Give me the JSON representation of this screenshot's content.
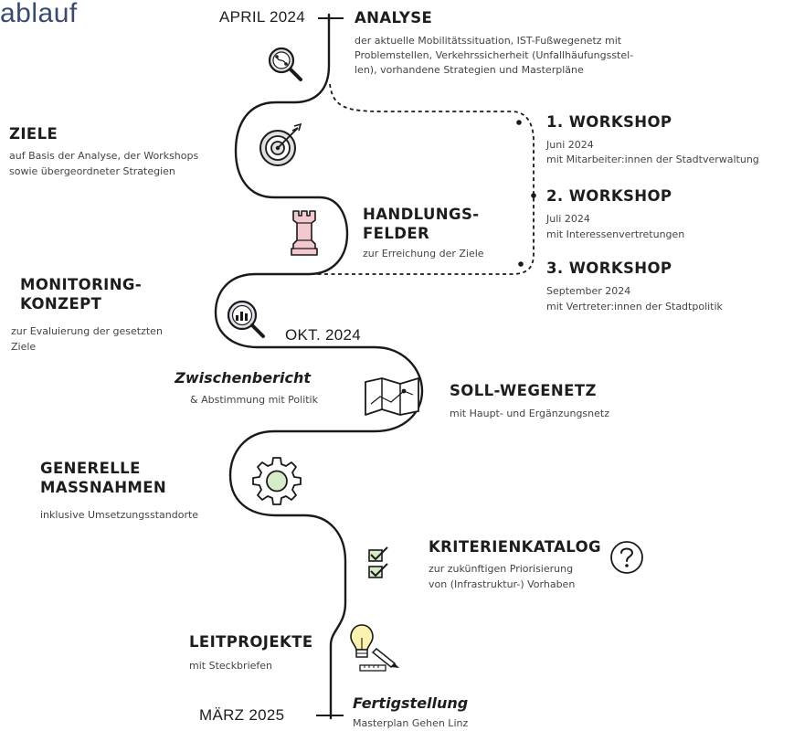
{
  "title_fragment": "ablauf",
  "dates": {
    "start": "APRIL 2024",
    "mid": "OKT. 2024",
    "end": "MÄRZ 2025"
  },
  "steps": {
    "analyse": {
      "title": "ANALYSE",
      "lines": [
        "der aktuelle Mobilitätssituation, IST-Fußwegenetz mit",
        "Problemstellen, Verkehrssicherheit (Unfallhäufungsstel-",
        "len), vorhandene Strategien und Masterpläne"
      ],
      "icon": "magnifier-route-icon"
    },
    "ziele": {
      "title": "ZIELE",
      "lines": [
        "auf Basis der Analyse, der Workshops",
        "sowie übergeordneter Strategien"
      ],
      "icon": "target-arrow-icon"
    },
    "handlungsfelder": {
      "title_lines": [
        "HANDLUNGS-",
        "FELDER"
      ],
      "lines": [
        "zur Erreichung der Ziele"
      ],
      "icon": "chess-rook-icon"
    },
    "monitoring": {
      "title_lines": [
        "MONITORING-",
        "KONZEPT"
      ],
      "lines": [
        "zur Evaluierung der gesetzten",
        "Ziele"
      ],
      "icon": "magnifier-chart-icon"
    },
    "zwischenbericht": {
      "title": "Zwischenbericht",
      "lines": [
        "& Abstimmung mit Politik"
      ]
    },
    "soll": {
      "title": "SOLL-WEGENETZ",
      "lines": [
        "mit Haupt- und Ergänzungsnetz"
      ],
      "icon": "map-icon"
    },
    "generelle": {
      "title_lines": [
        "GENERELLE",
        "MASSNAHMEN"
      ],
      "lines": [
        "inklusive Umsetzungsstandorte"
      ],
      "icon": "gear-icon"
    },
    "kriterien": {
      "title": "KRITERIENKATALOG",
      "lines": [
        "zur zukünftigen Priorisierung",
        "von (Infrastruktur-) Vorhaben"
      ],
      "icon": "checklist-icon",
      "extra_icon": "question-circle-icon"
    },
    "leitprojekte": {
      "title": "LEITPROJEKTE",
      "lines": [
        "mit Steckbriefen"
      ],
      "icon": "lightbulb-pencil-icon"
    },
    "fertig": {
      "title": "Fertigstellung",
      "lines": [
        "Masterplan Gehen Linz"
      ]
    }
  },
  "workshops": [
    {
      "title": "1. WORKSHOP",
      "date": "Juni 2024",
      "desc": "mit Mitarbeiter:innen der Stadtverwaltung"
    },
    {
      "title": "2. WORKSHOP",
      "date": "Juli 2024",
      "desc": "mit Interessenvertretungen"
    },
    {
      "title": "3. WORKSHOP",
      "date": "September 2024",
      "desc": "mit Vertreter:innen der Stadtpolitik"
    }
  ],
  "colors": {
    "path": "#1a1a1a",
    "rook_fill": "#f3c9cf",
    "gear_fill": "#d6ecc8",
    "target_fill": "#e0e0e0",
    "lightbulb_fill": "#fbf2b0",
    "chart_fill": "#dfe3ea",
    "title_color": "#3a4a6e"
  }
}
